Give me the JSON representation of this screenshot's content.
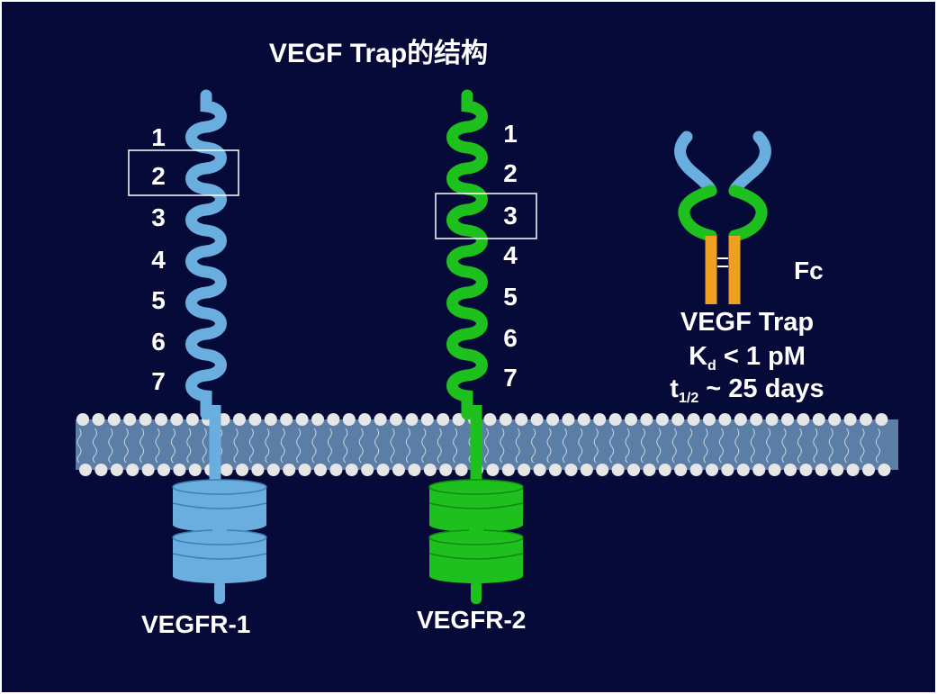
{
  "title": "VEGF Trap的结构",
  "colors": {
    "background": "#050a38",
    "vegfr1": "#6aaee0",
    "vegfr2": "#1ec01e",
    "fc": "#f0a020",
    "membrane": "#5a7ea6",
    "head": "#e6e6e6"
  },
  "vegfr1": {
    "label": "VEGFR-1",
    "domains": [
      "1",
      "2",
      "3",
      "4",
      "5",
      "6",
      "7"
    ],
    "highlighted_domain": "2"
  },
  "vegfr2": {
    "label": "VEGFR-2",
    "domains": [
      "1",
      "2",
      "3",
      "4",
      "5",
      "6",
      "7"
    ],
    "highlighted_domain": "3"
  },
  "trap": {
    "fc_label": "Fc",
    "name": "VEGF Trap",
    "kd_symbol": "K",
    "kd_sub": "d",
    "kd_value": " < 1 pM",
    "t_symbol": "t",
    "t_sub": "1/2",
    "t_value": " ~ 25 days"
  }
}
